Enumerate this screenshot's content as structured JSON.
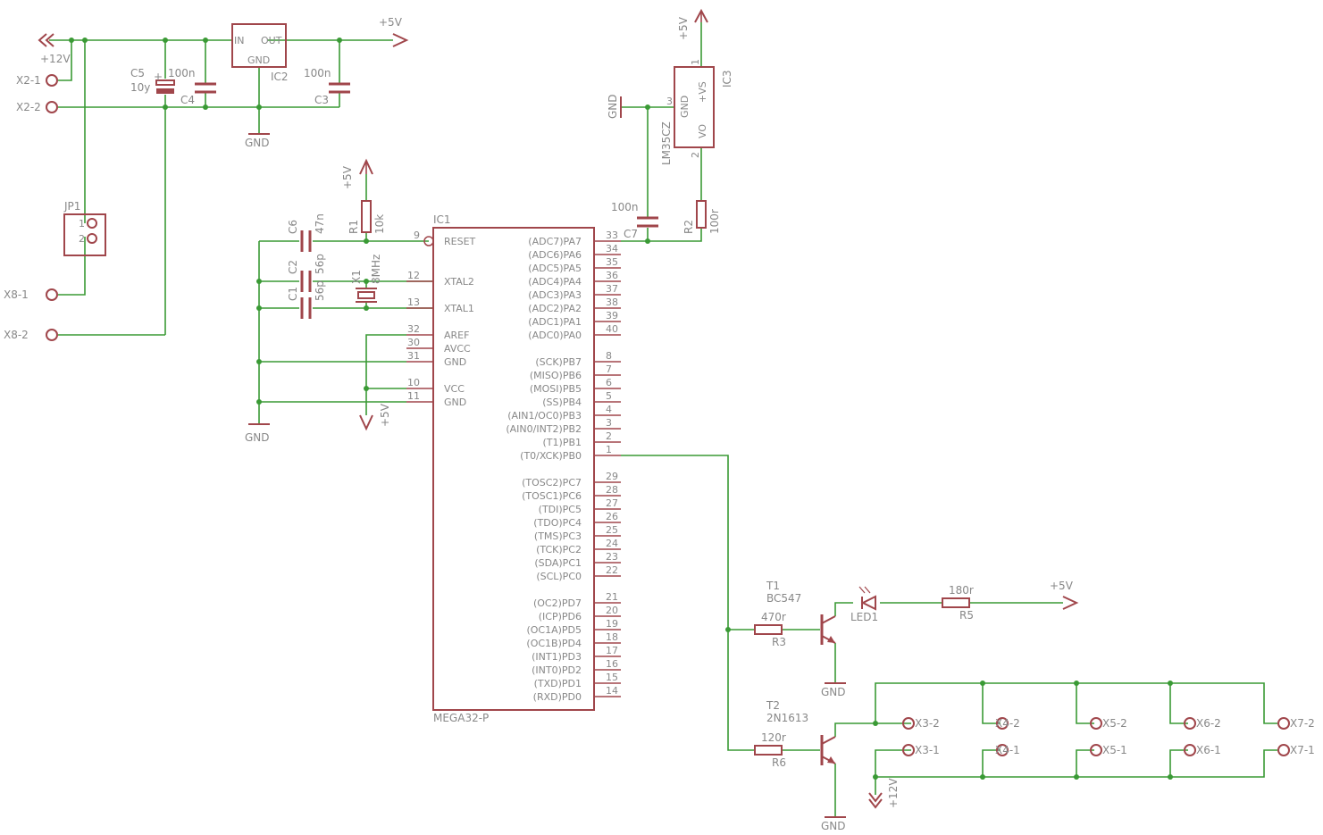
{
  "net_labels": {
    "plus12v": "+12V",
    "plus5v": "+5V",
    "gnd": "GND"
  },
  "connectors": {
    "x2_1": "X2-1",
    "x2_2": "X2-2",
    "x8_1": "X8-1",
    "x8_2": "X8-2",
    "x3_1": "X3-1",
    "x3_2": "X3-2",
    "x4_1": "X4-1",
    "x4_2": "X4-2",
    "x5_1": "X5-1",
    "x5_2": "X5-2",
    "x6_1": "X6-1",
    "x6_2": "X6-2",
    "x7_1": "X7-1",
    "x7_2": "X7-2"
  },
  "jumper": {
    "name": "JP1",
    "pin1": "1",
    "pin2": "2"
  },
  "regulator": {
    "name": "IC2",
    "in": "IN",
    "out": "OUT",
    "gnd": "GND"
  },
  "caps": {
    "c5_name": "C5",
    "c5_value": "10y",
    "c4_name": "C4",
    "c4_value": "100n",
    "c3_name": "C3",
    "c3_value": "100n",
    "c6_name": "C6",
    "c6_value": "47n",
    "c2_name": "C2",
    "c2_value": "56p",
    "c1_name": "C1",
    "c1_value": "56p",
    "c7_name": "C7",
    "c7_value": "100n"
  },
  "resistors": {
    "r1_name": "R1",
    "r1_value": "10k",
    "r2_name": "R2",
    "r2_value": "100r",
    "r3_name": "R3",
    "r3_value": "470r",
    "r5_name": "R5",
    "r5_value": "180r",
    "r6_name": "R6",
    "r6_value": "120r"
  },
  "crystal": {
    "name": "X1",
    "value": "8MHz"
  },
  "sensor": {
    "name": "IC3",
    "part": "LM35CZ",
    "gnd": "GND",
    "vs": "+VS",
    "vo": "VO",
    "pin1": "1",
    "pin2": "2",
    "pin3": "3"
  },
  "mcu": {
    "name": "IC1",
    "part": "MEGA32-P",
    "left_pins": [
      {
        "label": "RESET",
        "num": "9"
      },
      {
        "label": "XTAL2",
        "num": "12"
      },
      {
        "label": "XTAL1",
        "num": "13"
      },
      {
        "label": "AREF",
        "num": "32"
      },
      {
        "label": "AVCC",
        "num": "30"
      },
      {
        "label": "GND",
        "num": "31"
      },
      {
        "label": "VCC",
        "num": "10"
      },
      {
        "label": "GND",
        "num": "11"
      }
    ],
    "right_pins": [
      {
        "label": "(ADC7)PA7",
        "num": "33"
      },
      {
        "label": "(ADC6)PA6",
        "num": "34"
      },
      {
        "label": "(ADC5)PA5",
        "num": "35"
      },
      {
        "label": "(ADC4)PA4",
        "num": "36"
      },
      {
        "label": "(ADC3)PA3",
        "num": "37"
      },
      {
        "label": "(ADC2)PA2",
        "num": "38"
      },
      {
        "label": "(ADC1)PA1",
        "num": "39"
      },
      {
        "label": "(ADC0)PA0",
        "num": "40"
      },
      {
        "label": "(SCK)PB7",
        "num": "8"
      },
      {
        "label": "(MISO)PB6",
        "num": "7"
      },
      {
        "label": "(MOSI)PB5",
        "num": "6"
      },
      {
        "label": "(SS)PB4",
        "num": "5"
      },
      {
        "label": "(AIN1/OC0)PB3",
        "num": "4"
      },
      {
        "label": "(AIN0/INT2)PB2",
        "num": "3"
      },
      {
        "label": "(T1)PB1",
        "num": "2"
      },
      {
        "label": "(T0/XCK)PB0",
        "num": "1"
      },
      {
        "label": "(TOSC2)PC7",
        "num": "29"
      },
      {
        "label": "(TOSC1)PC6",
        "num": "28"
      },
      {
        "label": "(TDI)PC5",
        "num": "27"
      },
      {
        "label": "(TDO)PC4",
        "num": "26"
      },
      {
        "label": "(TMS)PC3",
        "num": "25"
      },
      {
        "label": "(TCK)PC2",
        "num": "24"
      },
      {
        "label": "(SDA)PC1",
        "num": "23"
      },
      {
        "label": "(SCL)PC0",
        "num": "22"
      },
      {
        "label": "(OC2)PD7",
        "num": "21"
      },
      {
        "label": "(ICP)PD6",
        "num": "20"
      },
      {
        "label": "(OC1A)PD5",
        "num": "19"
      },
      {
        "label": "(OC1B)PD4",
        "num": "18"
      },
      {
        "label": "(INT1)PD3",
        "num": "17"
      },
      {
        "label": "(INT0)PD2",
        "num": "16"
      },
      {
        "label": "(TXD)PD1",
        "num": "15"
      },
      {
        "label": "(RXD)PD0",
        "num": "14"
      }
    ]
  },
  "transistors": {
    "t1_name": "T1",
    "t1_part": "BC547",
    "t2_name": "T2",
    "t2_part": "2N1613"
  },
  "led": {
    "name": "LED1"
  }
}
